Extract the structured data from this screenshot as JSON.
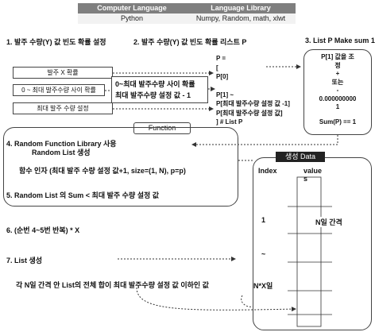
{
  "table": {
    "headers": [
      "Computer Language",
      "Language Library"
    ],
    "row": [
      "Python",
      "Numpy, Random, math, xlwt"
    ]
  },
  "section1": {
    "title": "1. 발주 수량(Y) 값 빈도 확률 설정",
    "box_x_prob": "발주 X 확률",
    "box_range_prob": "0 ~ 최대 발주수량 사이 확률",
    "box_max_setting": "최대 발주 수량 설정"
  },
  "section2": {
    "title": "2. 발주 수량(Y) 값 빈도 확률 리스트 P",
    "mid_line1": "0~최대 발주수량 사이 확률",
    "mid_line2": "최대 발주수량 설정 값 - 1",
    "p_lines": [
      "P =",
      "[",
      "P[0]",
      "",
      "P[1] ~",
      "P[최대 발주수량 설정 값 -1]",
      "P[최대 발주수량 설정 값]",
      "] # List P"
    ]
  },
  "section3": {
    "title": "3. List P Make sum 1",
    "lines": [
      "P[1] 값을 조",
      "정",
      "+",
      "또는",
      "-",
      "0.000000000",
      "1",
      "",
      "Sum(P) == 1"
    ]
  },
  "function_label": "Function",
  "section4": {
    "line1": "4. Random Function Library 사용",
    "line2": "Random List 생성",
    "args": "함수 인자 (최대 발주 수량 설정 값+1, size=(1, N), p=p)"
  },
  "section5": "5. Random List 의 Sum < 최대 발주 수량 설정 값",
  "section6": "6. (순번 4~5번 반복) * X",
  "section7": {
    "title": "7. List 생성",
    "desc": "각 N일 간격 안 List의 전체 합이 최대 발주수량 설정 값 이하인 값"
  },
  "data_panel": {
    "tab": "생성 Data",
    "index_header": "Index",
    "values_header_1": "value",
    "values_header_2": "s",
    "index_1": "1",
    "index_tilde": "~",
    "index_nx": "N*X일",
    "interval": "N일 간격"
  }
}
